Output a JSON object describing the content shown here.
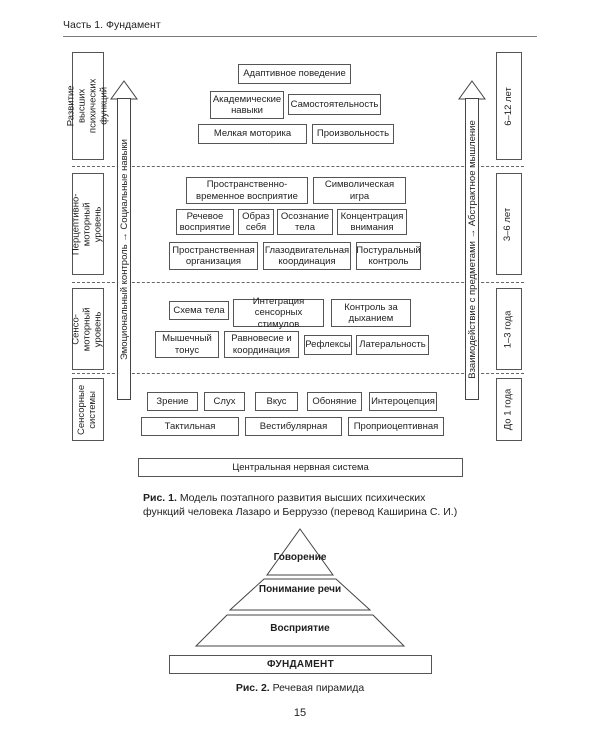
{
  "header": {
    "title": "Часть 1. Фундамент"
  },
  "left_levels": [
    "Развитие высших психических функций",
    "Перцептивно-моторный уровень",
    "Сенсо-моторный уровень",
    "Сенсорные системы"
  ],
  "right_ages": [
    "6–12 лет",
    "3–6 лет",
    "1–3 года",
    "До 1 года"
  ],
  "left_arrow_label": "Эмоциональный контроль  →  Социальные навыки",
  "right_arrow_label": "Взаимодействие с предметами  →  Абстрактное мышление",
  "boxes": {
    "adaptive": "Адаптивное поведение",
    "academic": "Академические навыки",
    "independence": "Самостоятельность",
    "fine_motor": "Мелкая моторика",
    "voluntariness": "Произвольность",
    "spatiotemporal": "Пространственно-временное восприятие",
    "symbolic_play": "Символическая игра",
    "speech_perception": "Речевое восприятие",
    "self_image": "Образ себя",
    "body_awareness": "Осознание тела",
    "attention": "Концентрация внимания",
    "spatial_org": "Пространственная организация",
    "oculomotor": "Глазодвигательная координация",
    "postural": "Постуральный контроль",
    "body_scheme": "Схема тела",
    "sensory_integration": "Интеграция сенсорных стимулов",
    "breath_control": "Контроль за дыханием",
    "muscle_tone": "Мышечный тонус",
    "balance": "Равновесие и координация",
    "reflexes": "Рефлексы",
    "laterality": "Латеральность",
    "vision": "Зрение",
    "hearing": "Слух",
    "taste": "Вкус",
    "smell": "Обоняние",
    "interoception": "Интероцепция",
    "tactile": "Тактильная",
    "vestibular": "Вестибулярная",
    "proprioceptive": "Проприоцептивная",
    "cns": "Центральная нервная система"
  },
  "figure1": {
    "label": "Рис. 1.",
    "caption": "Модель поэтапного развития высших психических функций человека Лазаро и Берруэзо (перевод Каширина С. И.)"
  },
  "pyramid": [
    "Говорение",
    "Понимание речи",
    "Восприятие"
  ],
  "foundation": "ФУНДАМЕНТ",
  "figure2": {
    "label": "Рис. 2.",
    "caption": "Речевая пирамида"
  },
  "page_number": "15"
}
